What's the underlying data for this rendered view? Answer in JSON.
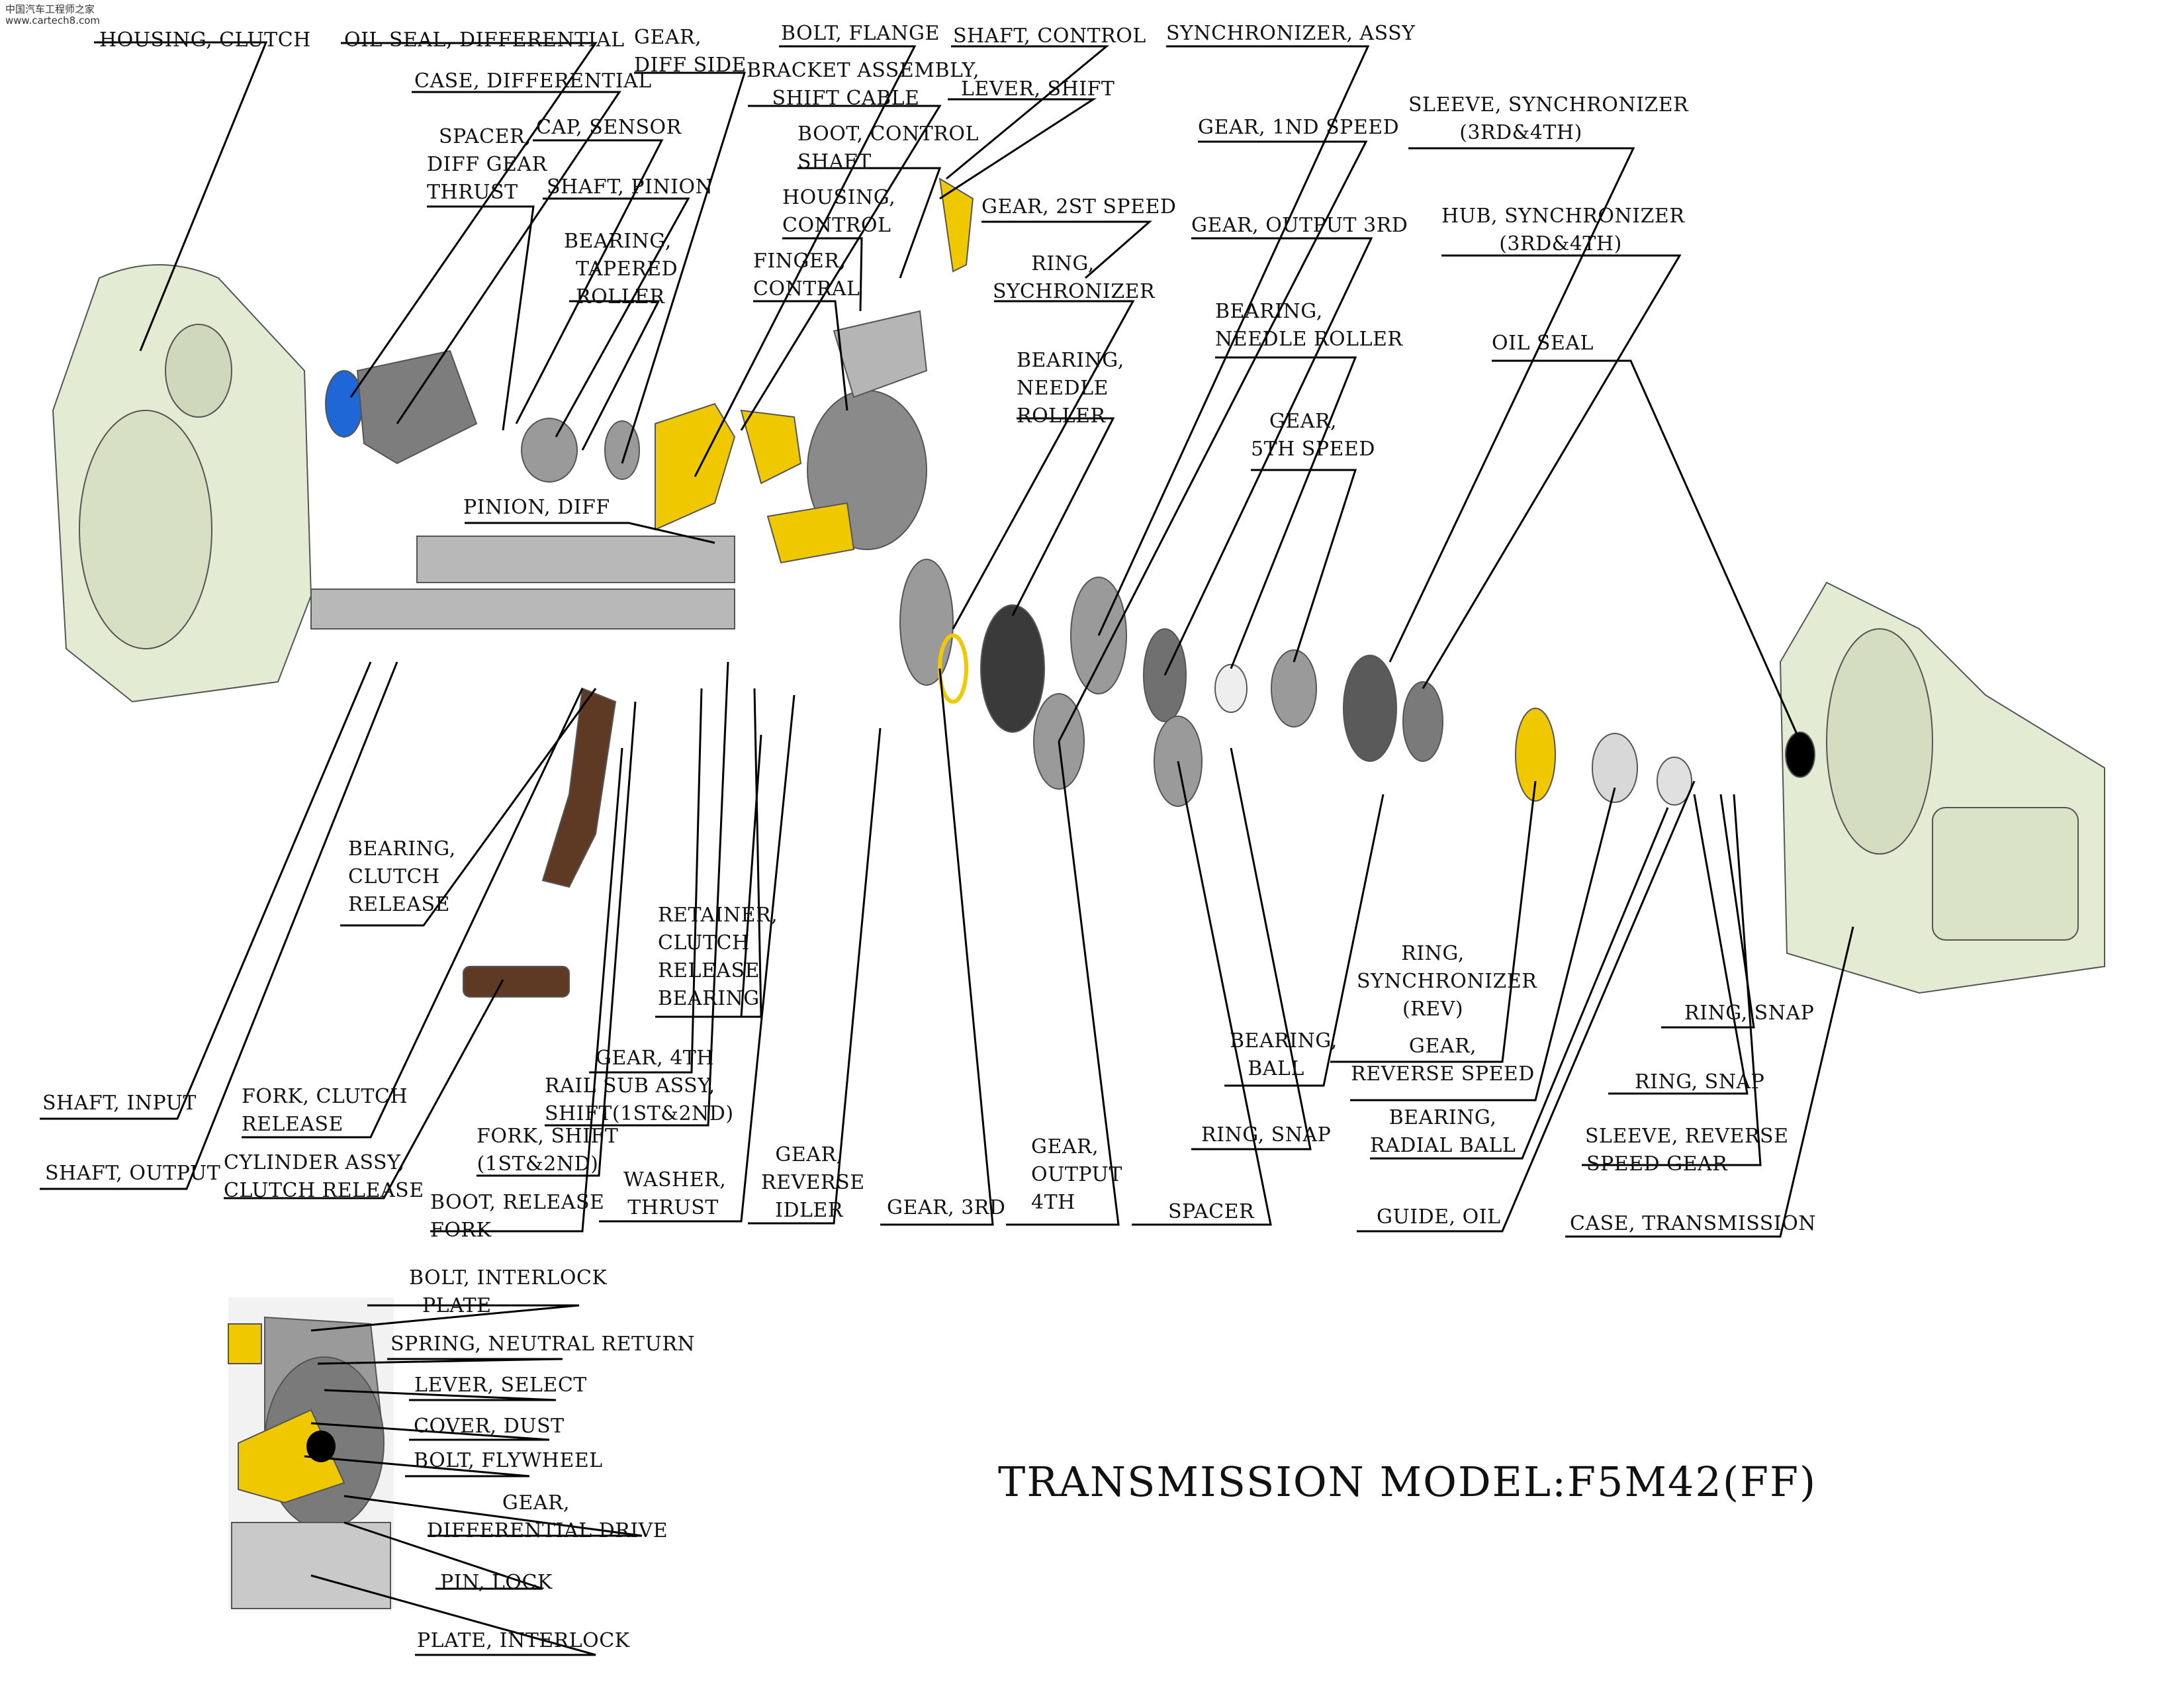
{
  "watermark": {
    "line1": "中国汽车工程师之家",
    "line2": "www.cartech8.com"
  },
  "title": "TRANSMISSION MODEL:F5M42(FF)",
  "colors": {
    "housing": "#e4ebd3",
    "part_yellow": "#f0c800",
    "seal_blue": "#1f66d6",
    "gear_gray": "#9a9a9a",
    "fork_brown": "#5e3a24",
    "line": "#000000"
  },
  "labels": {
    "housing_clutch": [
      "HOUSING, CLUTCH"
    ],
    "oil_seal_differential": [
      "OIL SEAL, DIFFERENTIAL"
    ],
    "case_differential": [
      "CASE, DIFFERENTIAL"
    ],
    "spacer_diff_gear_thrust": [
      "SPACER,",
      "DIFF GEAR",
      "THRUST"
    ],
    "cap_sensor": [
      "CAP, SENSOR"
    ],
    "shaft_pinion": [
      "SHAFT, PINION"
    ],
    "bearing_tapered_roller": [
      "BEARING,",
      "TAPERED",
      "ROLLER"
    ],
    "gear_diff_side": [
      "GEAR,",
      "DIFF SIDE"
    ],
    "bolt_flange": [
      "BOLT, FLANGE"
    ],
    "bracket_assembly_shift_cable": [
      "BRACKET ASSEMBLY,",
      "SHIFT CABLE"
    ],
    "shaft_control": [
      "SHAFT, CONTROL"
    ],
    "lever_shift": [
      "LEVER, SHIFT"
    ],
    "boot_control_shaft": [
      "BOOT, CONTROL",
      "SHAFT"
    ],
    "housing_control": [
      "HOUSING,",
      "CONTROL"
    ],
    "finger_contral": [
      "FINGER,",
      "CONTRAL"
    ],
    "gear_2st_speed": [
      "GEAR, 2ST SPEED"
    ],
    "ring_sychronizer": [
      "RING,",
      "SYCHRONIZER"
    ],
    "synchronizer_assy": [
      "SYNCHRONIZER, ASSY"
    ],
    "gear_1nd_speed": [
      "GEAR, 1ND SPEED"
    ],
    "gear_output_3rd": [
      "GEAR, OUTPUT 3RD"
    ],
    "bearing_needle_roller_1": [
      "BEARING,",
      "NEEDLE",
      "ROLLER"
    ],
    "bearing_needle_roller_2": [
      "BEARING,",
      "NEEDLE ROLLER"
    ],
    "gear_5th_speed": [
      "GEAR,",
      "5TH SPEED"
    ],
    "sleeve_synchronizer": [
      "SLEEVE, SYNCHRONIZER",
      "(3RD&4TH)"
    ],
    "hub_synchronizer": [
      "HUB, SYNCHRONIZER",
      "(3RD&4TH)"
    ],
    "oil_seal": [
      "OIL SEAL"
    ],
    "pinion_diff": [
      "PINION, DIFF"
    ],
    "bearing_clutch_release": [
      "BEARING,",
      "CLUTCH",
      "RELEASE"
    ],
    "retainer_clutch_release_bearing": [
      "RETAINER,",
      "CLUTCH",
      "RELEASE",
      "BEARING"
    ],
    "shaft_input": [
      "SHAFT, INPUT"
    ],
    "shaft_output": [
      "SHAFT, OUTPUT"
    ],
    "fork_clutch_release": [
      "FORK, CLUTCH",
      "RELEASE"
    ],
    "cylinder_assy_clutch_release": [
      "CYLINDER ASSY,",
      "CLUTCH RELEASE"
    ],
    "gear_4th": [
      "GEAR, 4TH"
    ],
    "rail_sub_assy_shift": [
      "RAIL SUB ASSY,",
      "SHIFT(1ST&2ND)"
    ],
    "fork_shift": [
      "FORK, SHIFT",
      "(1ST&2ND)"
    ],
    "boot_release_fork": [
      "BOOT, RELEASE",
      "FORK"
    ],
    "washer_thrust": [
      "WASHER,",
      "THRUST"
    ],
    "gear_reverse_idler": [
      "GEAR,",
      "REVERSE",
      "IDLER"
    ],
    "gear_3rd": [
      "GEAR, 3RD"
    ],
    "gear_output_4th": [
      "GEAR,",
      "OUTPUT",
      "4TH"
    ],
    "spacer": [
      "SPACER"
    ],
    "ring_snap_1": [
      "RING, SNAP"
    ],
    "bearing_ball": [
      "BEARING,",
      "BALL"
    ],
    "ring_synchronizer_rev": [
      "RING,",
      "SYNCHRONIZER",
      "(REV)"
    ],
    "gear_reverse_speed": [
      "GEAR,",
      "REVERSE SPEED"
    ],
    "bearing_radial_ball": [
      "BEARING,",
      "RADIAL BALL"
    ],
    "guide_oil": [
      "GUIDE, OIL"
    ],
    "ring_snap_2": [
      "RING, SNAP"
    ],
    "ring_snap_3": [
      "RING, SNAP"
    ],
    "sleeve_reverse_speed_gear": [
      "SLEEVE, REVERSE",
      "SPEED GEAR"
    ],
    "case_transmission": [
      "CASE, TRANSMISSION"
    ],
    "bolt_interlock_plate": [
      "BOLT, INTERLOCK",
      "PLATE"
    ],
    "spring_neutral_return": [
      "SPRING, NEUTRAL RETURN"
    ],
    "lever_select": [
      "LEVER, SELECT"
    ],
    "cover_dust": [
      "COVER, DUST"
    ],
    "bolt_flywheel": [
      "BOLT, FLYWHEEL"
    ],
    "gear_differential_drive": [
      "GEAR,",
      "DIFFERENTIAL DRIVE"
    ],
    "pin_lock": [
      "PIN, LOCK"
    ],
    "plate_interlock": [
      "PLATE, INTERLOCK"
    ]
  }
}
